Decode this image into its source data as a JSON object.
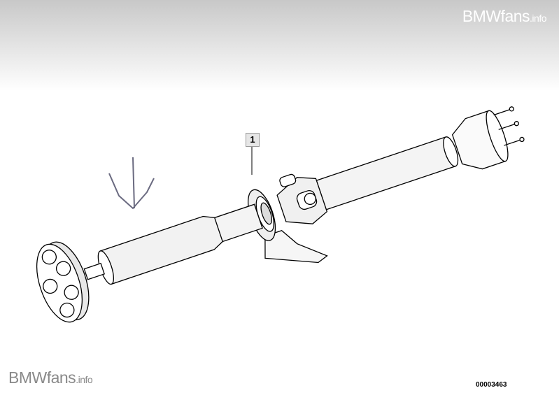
{
  "watermark_top": {
    "brand": "BMWfans",
    "suffix": ".info"
  },
  "watermark_bottom": {
    "brand": "BMWfans",
    "suffix": ".info"
  },
  "callouts": [
    {
      "label": "1"
    }
  ],
  "diagram_number": "00003463"
}
